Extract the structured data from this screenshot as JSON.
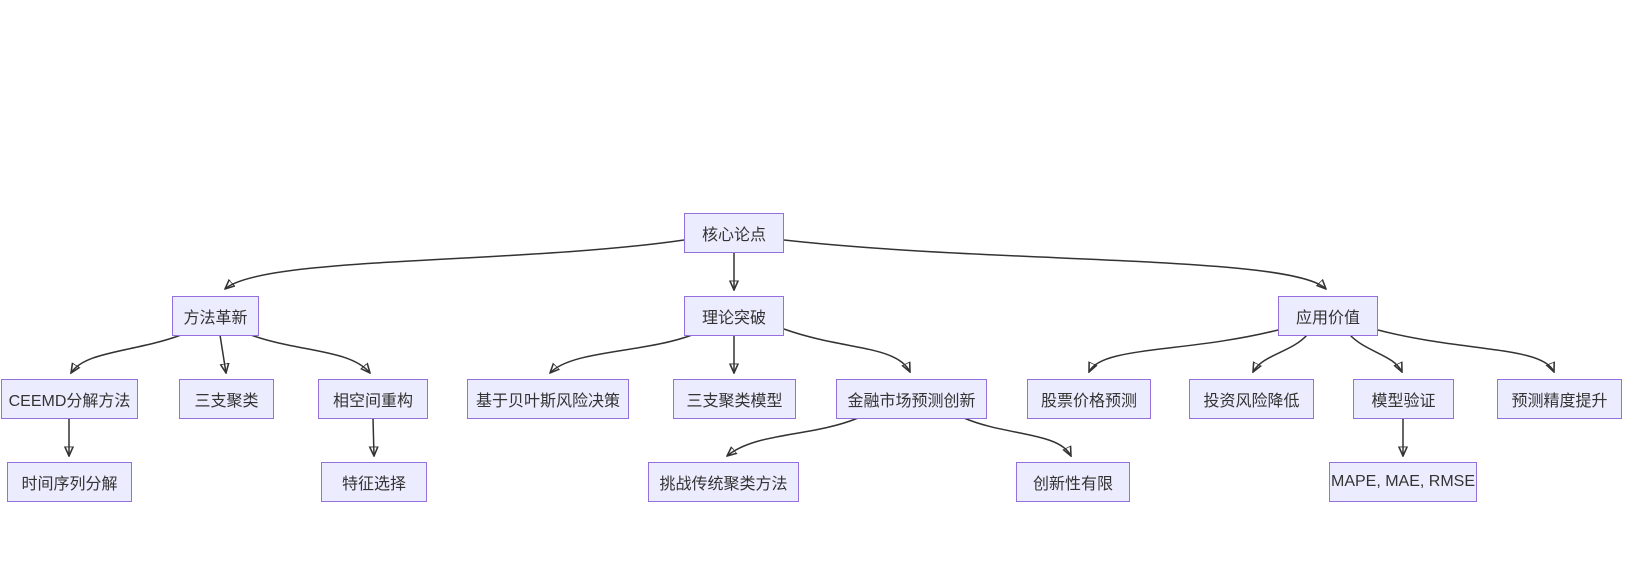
{
  "diagram": {
    "type": "flowchart",
    "direction": "top-down",
    "colors": {
      "background": "#ffffff",
      "node_fill": "#ECECFF",
      "node_border": "#9370DB",
      "edge": "#333333",
      "text": "#333333"
    },
    "nodes": {
      "core": {
        "label": "核心论点",
        "level": 1
      },
      "method": {
        "label": "方法革新",
        "level": 2
      },
      "theory": {
        "label": "理论突破",
        "level": 2
      },
      "application": {
        "label": "应用价值",
        "level": 2
      },
      "ceemd": {
        "label": "CEEMD分解方法",
        "level": 3
      },
      "three_way": {
        "label": "三支聚类",
        "level": 3
      },
      "phase_space": {
        "label": "相空间重构",
        "level": 3
      },
      "bayes": {
        "label": "基于贝叶斯风险决策",
        "level": 3
      },
      "twc_model": {
        "label": "三支聚类模型",
        "level": 3
      },
      "finance": {
        "label": "金融市场预测创新",
        "level": 3
      },
      "stock": {
        "label": "股票价格预测",
        "level": 3
      },
      "risk": {
        "label": "投资风险降低",
        "level": 3
      },
      "validation": {
        "label": "模型验证",
        "level": 3
      },
      "precision": {
        "label": "预测精度提升",
        "level": 3
      },
      "time_series": {
        "label": "时间序列分解",
        "level": 4
      },
      "feature": {
        "label": "特征选择",
        "level": 4
      },
      "challenge": {
        "label": "挑战传统聚类方法",
        "level": 4
      },
      "limited": {
        "label": "创新性有限",
        "level": 4
      },
      "metrics": {
        "label": "MAPE, MAE, RMSE",
        "level": 4
      }
    },
    "edges": [
      {
        "from": "核心论点",
        "to": "方法革新"
      },
      {
        "from": "核心论点",
        "to": "理论突破"
      },
      {
        "from": "核心论点",
        "to": "应用价值"
      },
      {
        "from": "方法革新",
        "to": "CEEMD分解方法"
      },
      {
        "from": "方法革新",
        "to": "三支聚类"
      },
      {
        "from": "方法革新",
        "to": "相空间重构"
      },
      {
        "from": "CEEMD分解方法",
        "to": "时间序列分解"
      },
      {
        "from": "相空间重构",
        "to": "特征选择"
      },
      {
        "from": "理论突破",
        "to": "基于贝叶斯风险决策"
      },
      {
        "from": "理论突破",
        "to": "三支聚类模型"
      },
      {
        "from": "理论突破",
        "to": "金融市场预测创新"
      },
      {
        "from": "金融市场预测创新",
        "to": "挑战传统聚类方法"
      },
      {
        "from": "金融市场预测创新",
        "to": "创新性有限"
      },
      {
        "from": "应用价值",
        "to": "股票价格预测"
      },
      {
        "from": "应用价值",
        "to": "投资风险降低"
      },
      {
        "from": "应用价值",
        "to": "模型验证"
      },
      {
        "from": "应用价值",
        "to": "预测精度提升"
      },
      {
        "from": "模型验证",
        "to": "MAPE, MAE, RMSE"
      }
    ]
  }
}
